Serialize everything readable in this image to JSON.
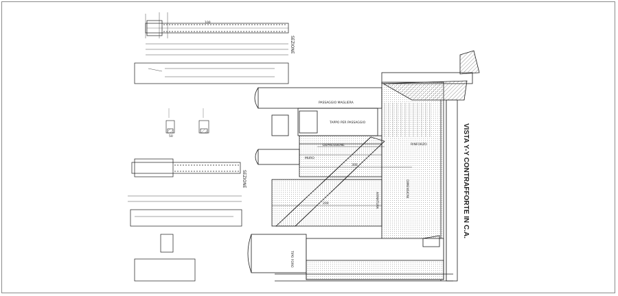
{
  "drawing": {
    "view_title": "VISTA Y-Y  CONTRAFFORTE IN C.A.",
    "section_1": "SEZIONE",
    "section_2": "SEZIONE",
    "label_tappo": "TAPPO PER PASSAGGIO",
    "label_muro": "PASSAGGIO MAGLIERA",
    "label_tipo_foro": "TIPO FORO",
    "label_getto": "DEPRESSIONE",
    "label_muro2": "MURO",
    "label_armatura": "ARMATURA",
    "label_rinforzo": "RINFORZO",
    "label_dimensioni": "DIMENSIONI",
    "dim_100": "100",
    "dim_200": "200",
    "dim_300": "300",
    "dim_50": "50"
  },
  "colors": {
    "line": "#1a1a1a",
    "hatch": "#6a6a6a",
    "fill": "#d8d8d8",
    "border": "#8a8a8a"
  }
}
